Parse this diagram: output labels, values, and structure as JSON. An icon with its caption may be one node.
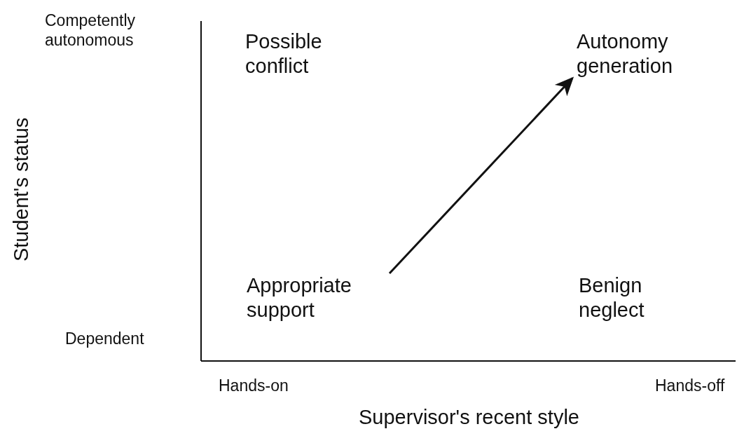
{
  "diagram": {
    "nodes": [
      {
        "text": [
          "Appropriate support"
        ]
      },
      {
        "text": [
          "Autonomy generation"
        ]
      }
    ],
    "edges": [
      {
        "from": 0,
        "to": 1,
        "arrow": "to"
      }
    ],
    "labels": [
      "Competently autonomous",
      "Possible conflict",
      "Student's status",
      "Dependent",
      "Benign neglect",
      "Hands-on",
      "Hands-off",
      "Supervisor's recent style"
    ]
  }
}
